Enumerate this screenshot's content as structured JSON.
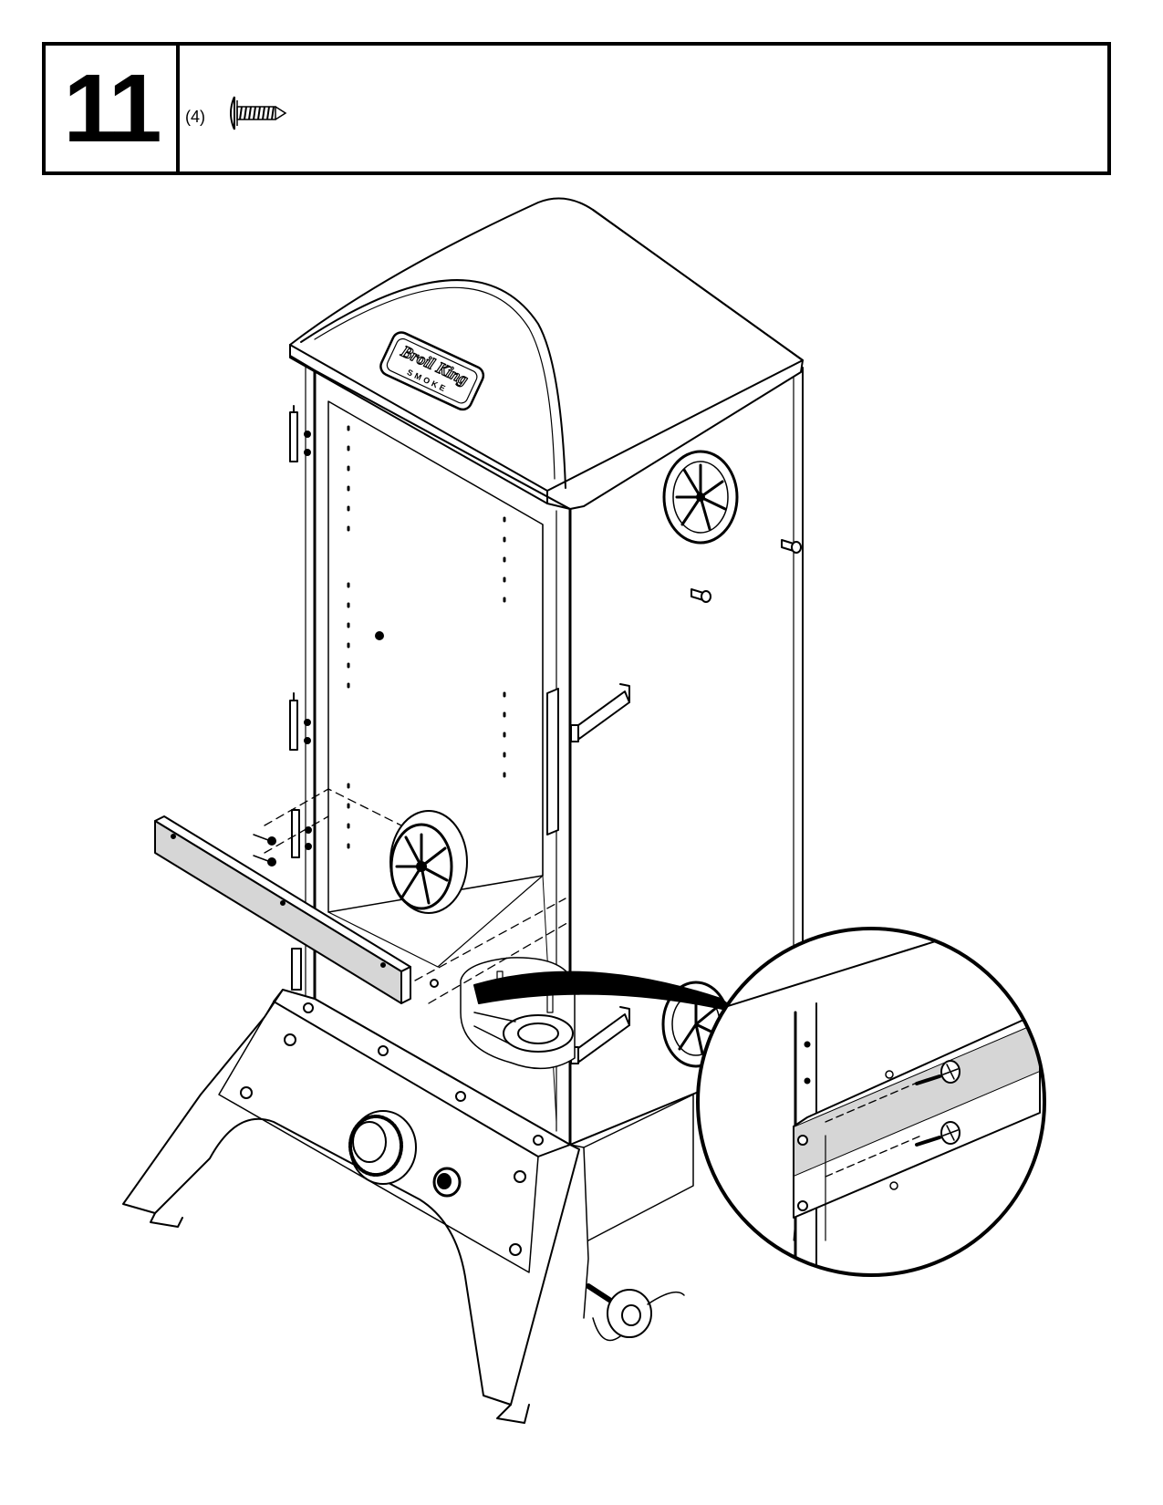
{
  "step": {
    "number": "11"
  },
  "parts": [
    {
      "quantity": "(4)",
      "icon": "self-tapping-screw-icon"
    }
  ],
  "logo": {
    "line1": "Broil King",
    "line2": "SMOKE"
  }
}
